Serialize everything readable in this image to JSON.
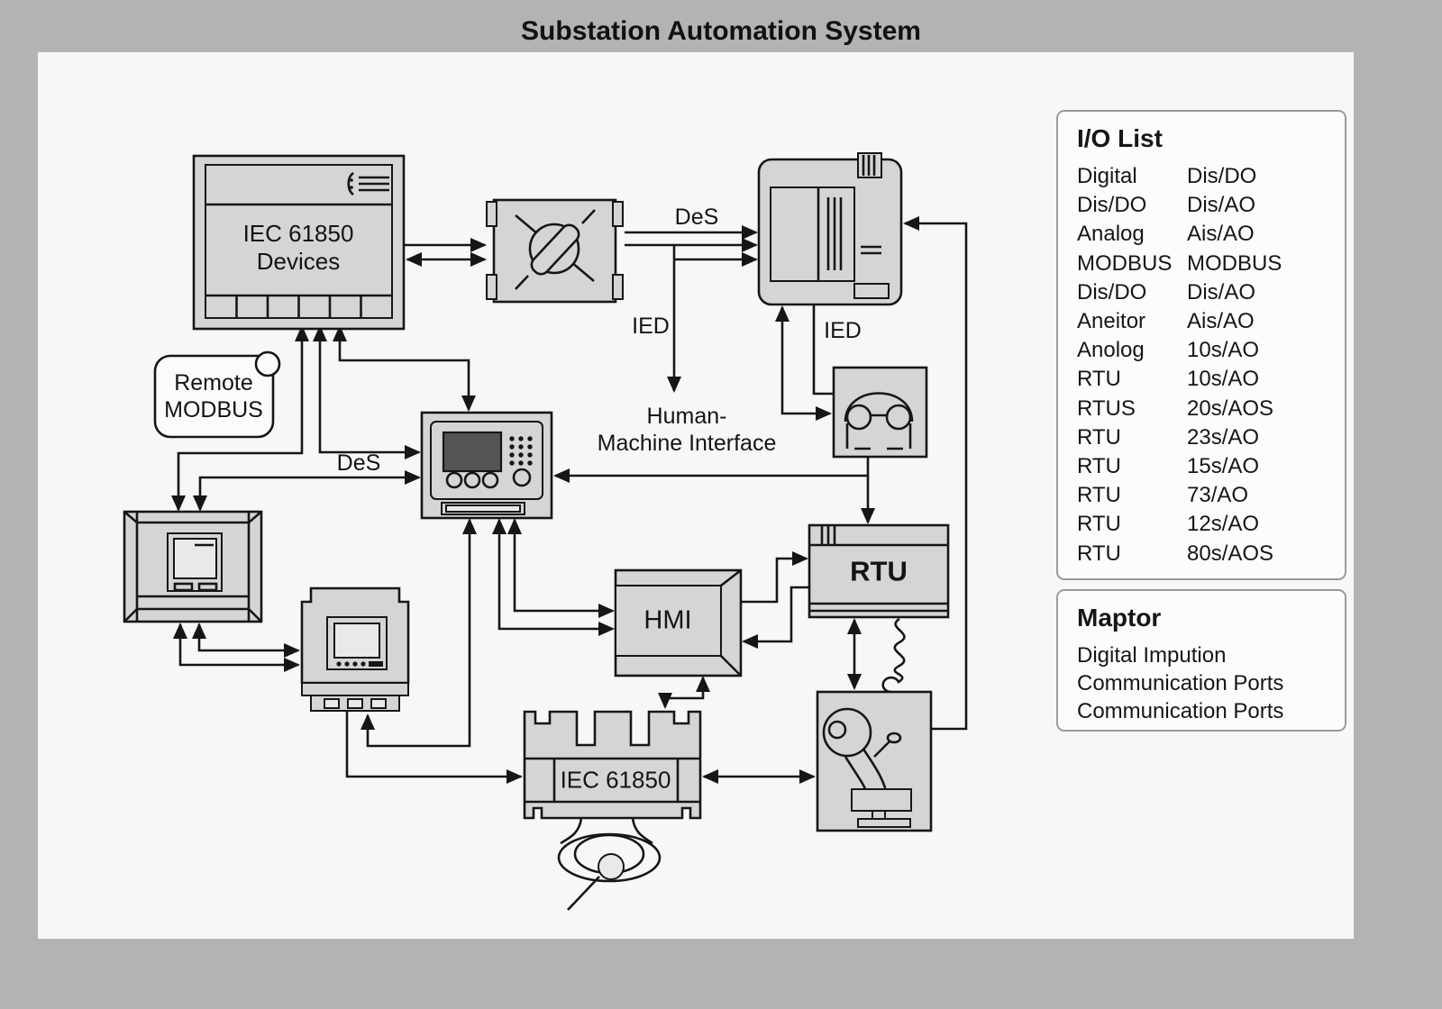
{
  "title": "Substation Automation System",
  "diagram": {
    "blocks": {
      "iec_devices_line1": "IEC 61850",
      "iec_devices_line2": "Devices",
      "remote_modbus_line1": "Remote",
      "remote_modbus_line2": "MODBUS",
      "hmi": "HMI",
      "rtu": "RTU",
      "iec_bottom": "IEC 61850"
    },
    "labels": {
      "des_top": "DeS",
      "des_mid": "DeS",
      "ied_left": "IED",
      "ied_right": "IED",
      "hmi_caption_line1": "Human-",
      "hmi_caption_line2": "Machine Interface"
    }
  },
  "io_list": {
    "title": "I/O List",
    "rows": [
      {
        "left": "Digital",
        "right": "Dis/DO"
      },
      {
        "left": "Dis/DO",
        "right": "Dis/AO"
      },
      {
        "left": "Analog",
        "right": "Ais/AO"
      },
      {
        "left": "MODBUS",
        "right": "MODBUS"
      },
      {
        "left": "Dis/DO",
        "right": "Dis/AO"
      },
      {
        "left": "Aneitor",
        "right": "Ais/AO"
      },
      {
        "left": "Anolog",
        "right": "10s/AO"
      },
      {
        "left": "RTU",
        "right": "10s/AO"
      },
      {
        "left": "RTUS",
        "right": "20s/AOS"
      },
      {
        "left": "RTU",
        "right": "23s/AO"
      },
      {
        "left": "RTU",
        "right": "15s/AO"
      },
      {
        "left": "RTU",
        "right": "73/AO"
      },
      {
        "left": "RTU",
        "right": "12s/AO"
      },
      {
        "left": "RTU",
        "right": "80s/AOS"
      }
    ]
  },
  "maptor": {
    "title": "Maptor",
    "items": [
      "Digital Impution",
      "Communication Ports",
      "Communication Ports"
    ]
  },
  "colors": {
    "page_bg": "#b3b3b3",
    "canvas_bg": "#f7f7f7",
    "block_fill": "#d5d5d5",
    "line": "#161616",
    "panel_border": "#9a9a9a"
  }
}
